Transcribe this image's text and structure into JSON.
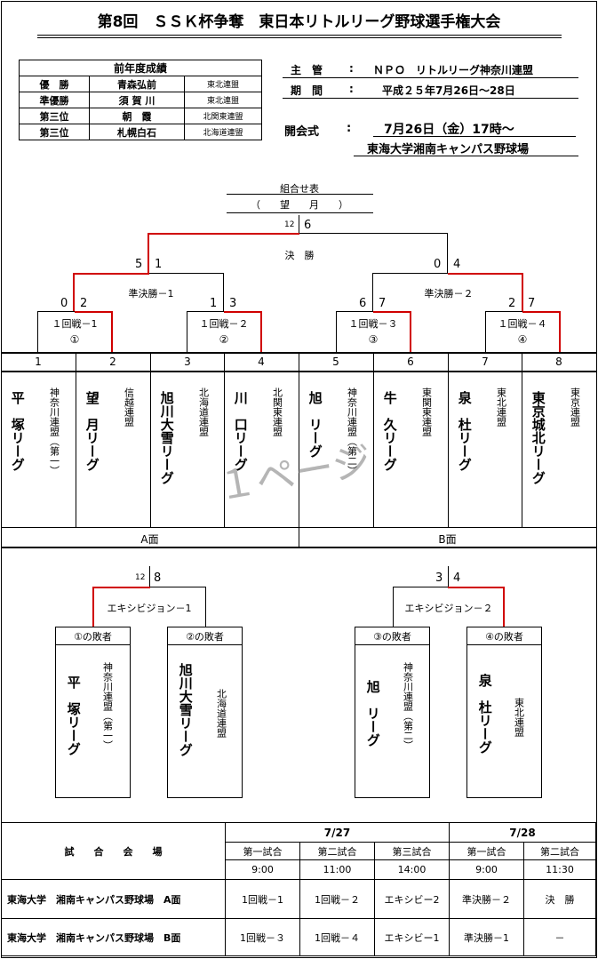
{
  "title": "第8回　ＳＳＫ杯争奪　東日本リトルリーグ野球選手権大会",
  "prev_results": {
    "header": "前年度成績",
    "rows": [
      {
        "rank": "優　勝",
        "team": "青森弘前",
        "league": "東北連盟"
      },
      {
        "rank": "準優勝",
        "team": "須 賀 川",
        "league": "東北連盟"
      },
      {
        "rank": "第三位",
        "team": "朝　霞",
        "league": "北関東連盟"
      },
      {
        "rank": "第三位",
        "team": "札幌白石",
        "league": "北海道連盟"
      }
    ]
  },
  "info": {
    "host_label": "主　管",
    "host_colon": ":",
    "host_value": "ＮＰＯ　リトルリーグ神奈川連盟",
    "period_label": "期　間",
    "period_colon": ":",
    "period_value": "平成２５年7月26日～28日",
    "opening_label": "開会式",
    "opening_colon": ":",
    "opening_value": "7月26日（金）17時～",
    "venue": "東海大学湘南キャンパス野球場"
  },
  "bracket": {
    "caption": "組合せ表",
    "caption_sub": "（　　望　　月　　）",
    "final_label": "決　勝",
    "final_score_left_small": "12",
    "final_score_right": "6",
    "semi1_label": "準決勝－1",
    "semi2_label": "準決勝－２",
    "semi1_score_left": "5",
    "semi1_score_right": "1",
    "semi2_score_left": "0",
    "semi2_score_right": "4",
    "r1": [
      {
        "label": "１回戦－1",
        "circle": "①",
        "score_left": "0",
        "score_right": "2"
      },
      {
        "label": "１回戦－２",
        "circle": "②",
        "score_left": "1",
        "score_right": "3"
      },
      {
        "label": "１回戦－３",
        "circle": "③",
        "score_left": "6",
        "score_right": "7"
      },
      {
        "label": "１回戦－４",
        "circle": "④",
        "score_left": "2",
        "score_right": "7"
      }
    ],
    "numbers": [
      "1",
      "2",
      "3",
      "4",
      "5",
      "6",
      "7",
      "8"
    ],
    "teams": [
      {
        "name": "平　塚リーグ",
        "league": "神奈川連盟（第一）"
      },
      {
        "name": "望　月リーグ",
        "league": "信越連盟"
      },
      {
        "name": "旭川大雪リーグ",
        "league": "北海道連盟"
      },
      {
        "name": "川　口リーグ",
        "league": "北関東連盟"
      },
      {
        "name": "旭　リーグ",
        "league": "神奈川連盟（第二）"
      },
      {
        "name": "牛　久リーグ",
        "league": "東関東連盟"
      },
      {
        "name": "泉　杜リーグ",
        "league": "東北連盟"
      },
      {
        "name": "東京城北リーグ",
        "league": "東京連盟"
      }
    ],
    "side_a": "A面",
    "side_b": "B面",
    "watermark": "１ページ"
  },
  "exhibition": [
    {
      "label": "エキシビジョン－1",
      "score_left_small": "12",
      "score_right": "8",
      "left": {
        "header": "①の敗者",
        "name": "平　塚リーグ",
        "league": "神奈川連盟（第一）"
      },
      "right": {
        "header": "②の敗者",
        "name": "旭川大雪リーグ",
        "league": "北海道連盟"
      }
    },
    {
      "label": "エキシビジョン－２",
      "score_left_small": "3",
      "score_right": "4",
      "left": {
        "header": "③の敗者",
        "name": "旭　リーグ",
        "league": "神奈川連盟（第二）"
      },
      "right": {
        "header": "④の敗者",
        "name": "泉　杜リーグ",
        "league": "東北連盟"
      }
    }
  ],
  "schedule": {
    "venue_header": "試　　合　　会　　場",
    "day1": "7/27",
    "day2": "7/28",
    "game_headers": [
      "第一試合",
      "第二試合",
      "第三試合",
      "第一試合",
      "第二試合"
    ],
    "times": [
      "9:00",
      "11:00",
      "14:00",
      "9:00",
      "11:30"
    ],
    "rows": [
      {
        "venue": "東海大学　湘南キャンパス野球場　A面",
        "games": [
          "1回戦－1",
          "1回戦－２",
          "エキシビー2",
          "準決勝－２",
          "決　勝"
        ]
      },
      {
        "venue": "東海大学　湘南キャンパス野球場　B面",
        "games": [
          "1回戦－３",
          "1回戦－４",
          "エキシビー1",
          "準決勝－1",
          "－"
        ]
      }
    ]
  }
}
